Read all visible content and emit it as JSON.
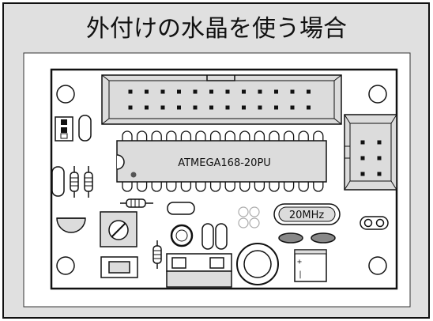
{
  "title": "外付けの水晶を使う場合",
  "chip": {
    "label": "ATMEGA168-20PU",
    "pins_per_side": 14
  },
  "crystal": {
    "label": "20MHz"
  },
  "headers": {
    "idc_rows": 2,
    "idc_cols": 12,
    "isp_rows": 3,
    "isp_cols": 2
  },
  "capacitor_polarity": {
    "plus": "+",
    "minus": "|"
  },
  "colors": {
    "panel": "#e0e0e0",
    "board": "#ffffff",
    "header_fill": "#dcdcdc",
    "outline": "#111111"
  }
}
